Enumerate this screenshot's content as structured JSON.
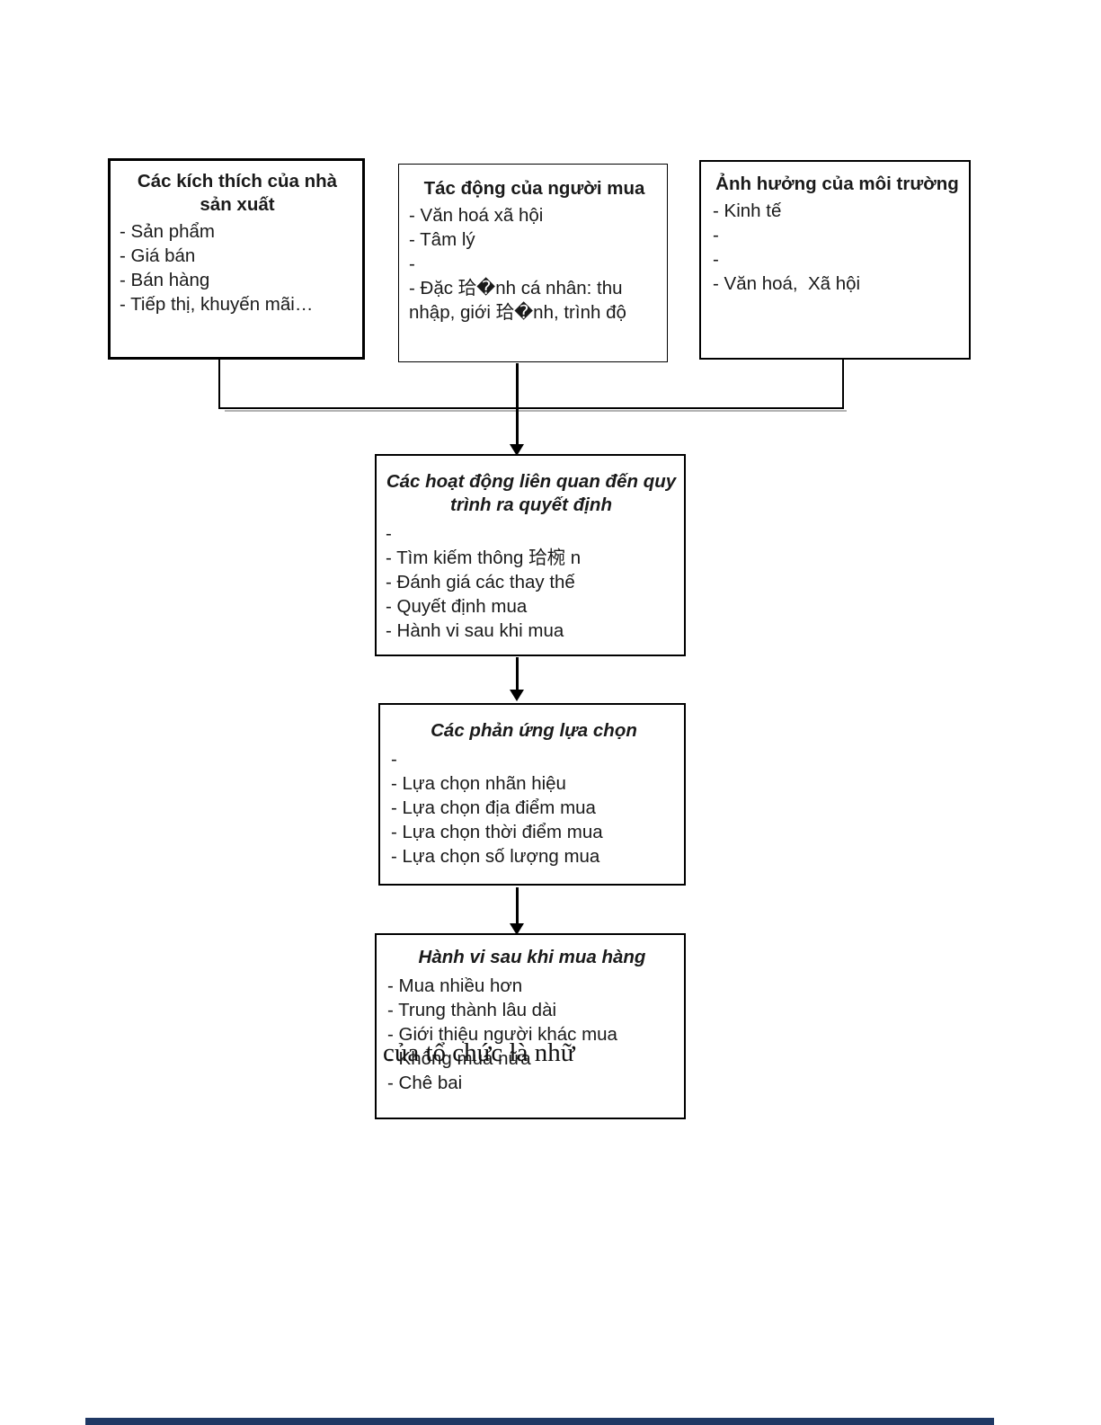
{
  "boxes": [
    {
      "id": "producer-stimuli",
      "title": "Các kích thích của nhà sản xuất",
      "items": [
        "- Sản phẩm",
        "- Giá bán",
        "- Bán hàng",
        "- Tiếp thị, khuyến mãi…"
      ]
    },
    {
      "id": "buyer-influences",
      "title": "Tác động của người mua",
      "items": [
        "- Văn hoá xã hội",
        "- Tâm lý",
        "-",
        "- Đặc 珨�nh cá nhân: thu nhập, giới 珨�nh, trình độ"
      ]
    },
    {
      "id": "environment-influences",
      "title": "Ảnh hưởng của môi trường",
      "items": [
        "- Kinh tế",
        "-",
        "-",
        "- Văn hoá,  Xã hội"
      ]
    },
    {
      "id": "decision-process",
      "title": "Các hoạt động liên quan đến quy trình ra quyết định",
      "items": [
        "-",
        "- Tìm kiếm thông 珨椀 n",
        "- Đánh giá các thay thế",
        "- Quyết định mua",
        "- Hành vi sau khi mua"
      ]
    },
    {
      "id": "choice-responses",
      "title": "Các phản ứng lựa chọn",
      "items": [
        "-",
        "- Lựa chọn nhãn hiệu",
        "- Lựa chọn địa điểm mua",
        "- Lựa chọn thời điểm mua",
        "- Lựa chọn số lượng mua"
      ]
    },
    {
      "id": "post-purchase-behavior",
      "title": "Hành vi sau khi mua hàng",
      "items": [
        "- Mua nhiều hơn",
        "- Trung thành lâu dài",
        "- Giới thiệu người khác mua",
        "- Không mua nữa",
        "- Chê bai"
      ]
    }
  ],
  "overlay_text": "của tổ chức là nhữ",
  "colors": {
    "footer_bar": "#1F3864",
    "border": "#000000"
  }
}
